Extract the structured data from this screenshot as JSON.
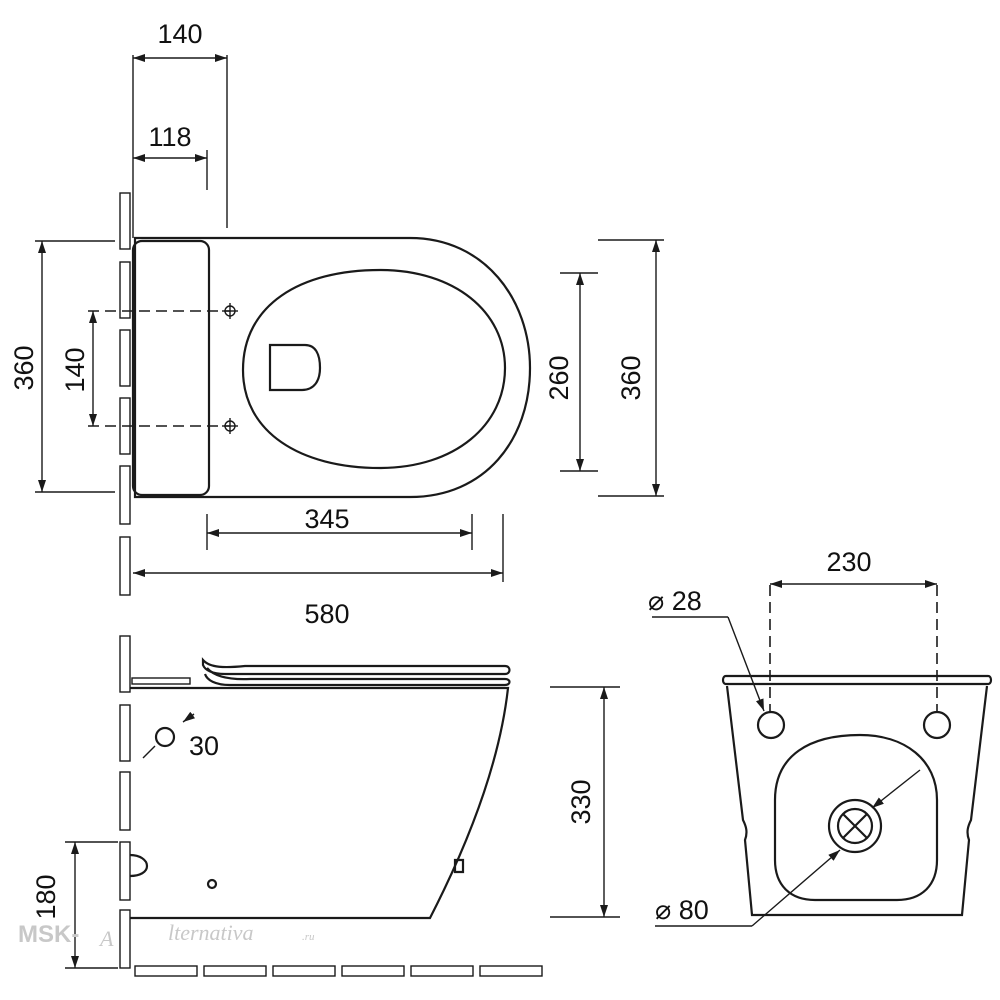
{
  "colors": {
    "line": "#1a1a1a",
    "background": "#ffffff",
    "watermark": "#c8c8c8"
  },
  "top_view": {
    "width_140": "140",
    "inset_118": "118",
    "height_360_left": "360",
    "holes_140": "140",
    "bowl_260": "260",
    "height_360_right": "360",
    "depth_345": "345",
    "length_580": "580"
  },
  "side_view": {
    "pipe_30": "30",
    "height_330": "330",
    "drain_180": "180"
  },
  "rear_view": {
    "spacing_230": "230",
    "bolt_diameter": "⌀ 28",
    "outlet_diameter": "⌀ 80"
  },
  "watermark": {
    "prefix": "MSK-",
    "logo": "A",
    "name": "lternativa",
    "suffix": ".ru"
  }
}
